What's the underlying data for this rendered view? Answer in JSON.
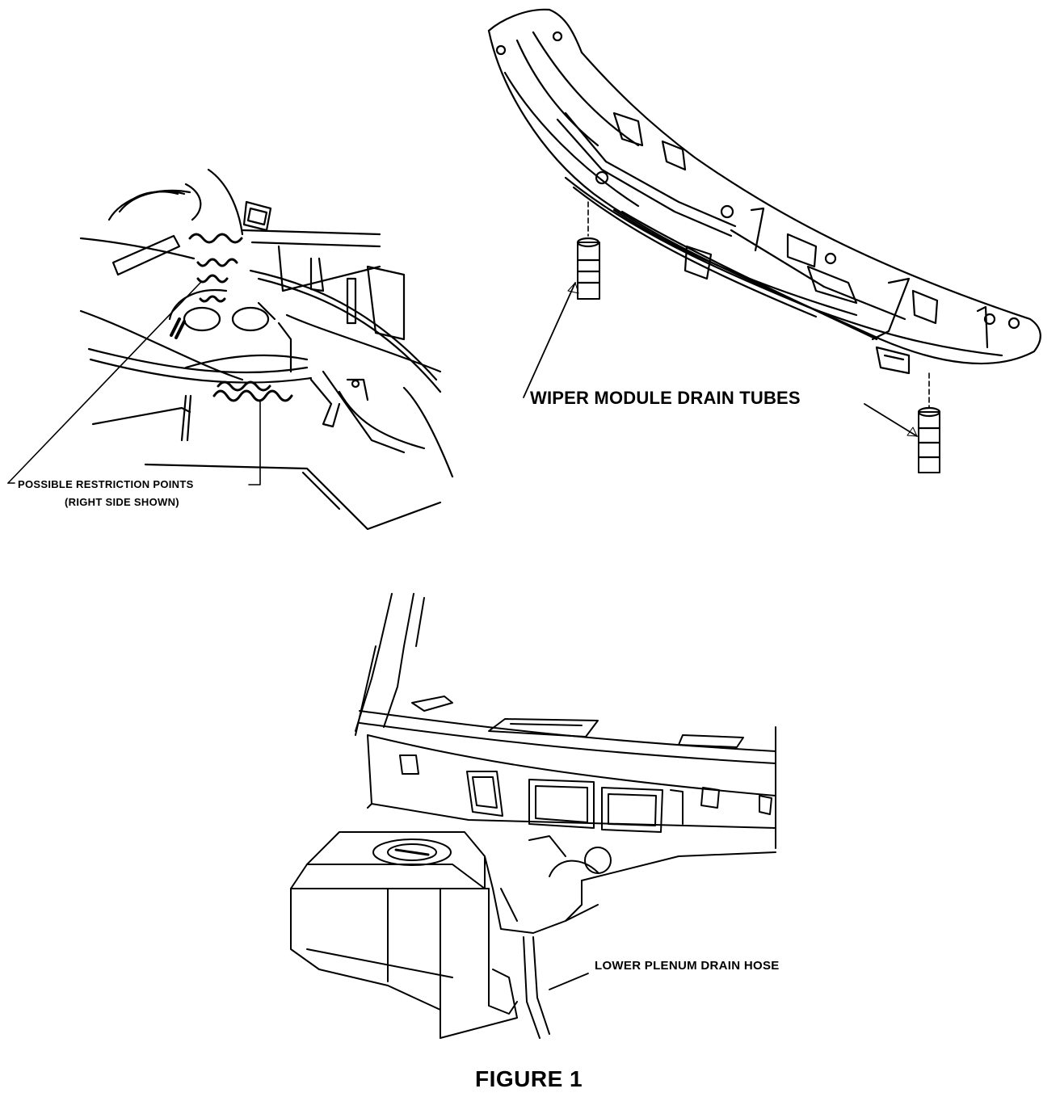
{
  "labels": {
    "restriction_line1": "POSSIBLE RESTRICTION POINTS",
    "restriction_line2": "(RIGHT SIDE SHOWN)",
    "wiper_drain": "WIPER MODULE DRAIN TUBES",
    "plenum_drain": "LOWER PLENUM DRAIN HOSE",
    "figure_caption": "FIGURE 1"
  },
  "icons": [
    "engine-bay-illustration",
    "wiper-module-illustration",
    "plenum-illustration",
    "leader-arrow"
  ],
  "colors": {
    "ink": "#000000",
    "paper": "#ffffff"
  }
}
